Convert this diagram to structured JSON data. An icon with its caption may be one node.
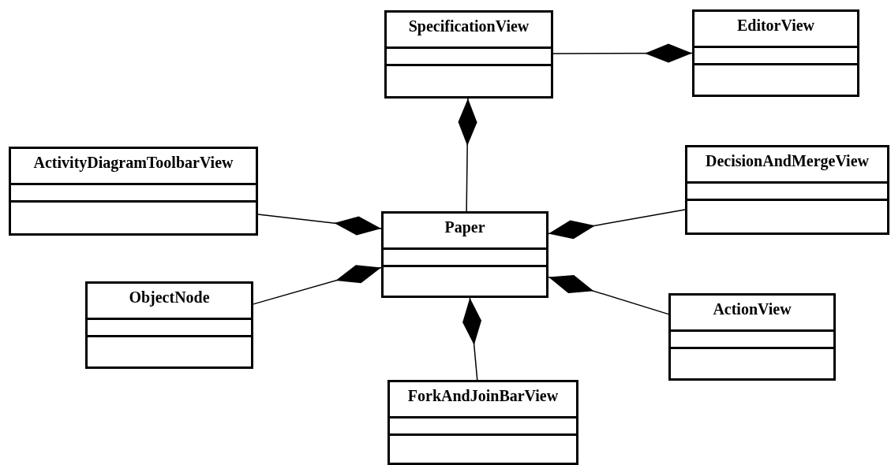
{
  "diagram": {
    "nodes": [
      {
        "text": [
          "SpecificationView"
        ]
      },
      {
        "text": [
          "EditorView"
        ]
      },
      {
        "text": [
          "ActivityDiagramToolbarView"
        ]
      },
      {
        "text": [
          "DecisionAndMergeView"
        ]
      },
      {
        "text": [
          "Paper"
        ]
      },
      {
        "text": [
          "ObjectNode"
        ]
      },
      {
        "text": [
          "ActionView"
        ]
      },
      {
        "text": [
          "ForkAndJoinBarView"
        ]
      }
    ],
    "edges": [
      {
        "from": 0,
        "to": 1,
        "arrow": "other"
      },
      {
        "from": 4,
        "to": 0,
        "arrow": "other"
      },
      {
        "from": 2,
        "to": 4,
        "arrow": "other"
      },
      {
        "from": 3,
        "to": 4,
        "arrow": "other"
      },
      {
        "from": 5,
        "to": 4,
        "arrow": "other"
      },
      {
        "from": 6,
        "to": 4,
        "arrow": "other"
      },
      {
        "from": 7,
        "to": 4,
        "arrow": "other"
      }
    ]
  }
}
